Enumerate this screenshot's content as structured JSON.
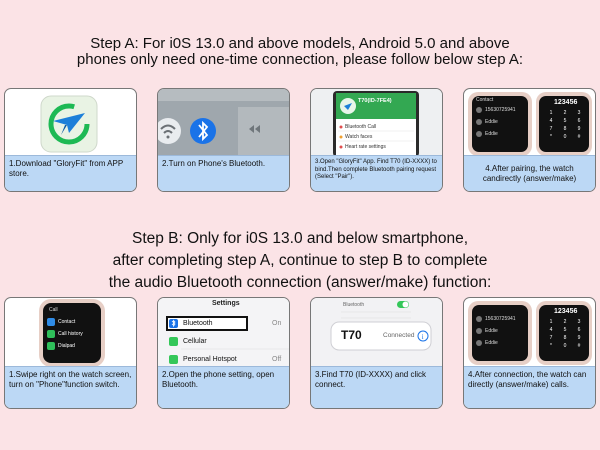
{
  "step_a": {
    "line1": "Step A: For i0S 13.0 and above models, Android 5.0 and above",
    "line2": "phones only need one-time connection, please follow below step A:",
    "cards": [
      {
        "caption": "1.Download \"GloryFit\" from APP store."
      },
      {
        "caption": "2.Turn on Phone's Bluetooth."
      },
      {
        "caption": "3.Open \"GloryFit\" App. Find T70 (ID-XXXX) to bind.Then complete Bluetooth pairing request (Select \"Pair\")."
      },
      {
        "caption": "4.After pairing, the watch candirectly (answer/make)"
      }
    ]
  },
  "step_b": {
    "line1": "Step B: Only for i0S 13.0 and below smartphone,",
    "line2": "after completing step A, continue to step B to complete",
    "line3": "the audio Bluetooth connection (answer/make) function:",
    "cards": [
      {
        "caption": "1.Swipe right on the watch screen, turn on \"Phone\"function switch."
      },
      {
        "caption": "2.Open the phone setting, open Bluetooth."
      },
      {
        "caption": "3.Find T70 (ID-XXXX) and click connect."
      },
      {
        "caption": "4.After connection, the watch can directly (answer/make) calls."
      }
    ]
  },
  "screens": {
    "app_device": "T70(ID-7FE4)",
    "app_items": [
      "Bluetooth Call",
      "Watch faces",
      "Heart rate settings"
    ],
    "contact_title": "Contact",
    "contacts": [
      "15630725941",
      "Eddie",
      "Eddie"
    ],
    "dial_number": "123456",
    "keypad": [
      "1",
      "2",
      "3",
      "4",
      "5",
      "6",
      "7",
      "8",
      "9",
      "*",
      "0",
      "#"
    ],
    "watch_menu": [
      "Call",
      "Contact",
      "Call history",
      "Dialpad"
    ],
    "settings_title": "Settings",
    "settings_rows": [
      {
        "label": "Bluetooth",
        "value": "On"
      },
      {
        "label": "Cellular",
        "value": ""
      },
      {
        "label": "Personal Hotspot",
        "value": "Off"
      }
    ],
    "bt_header": "Bluetooth",
    "device_name": "T70",
    "device_status": "Connected"
  }
}
